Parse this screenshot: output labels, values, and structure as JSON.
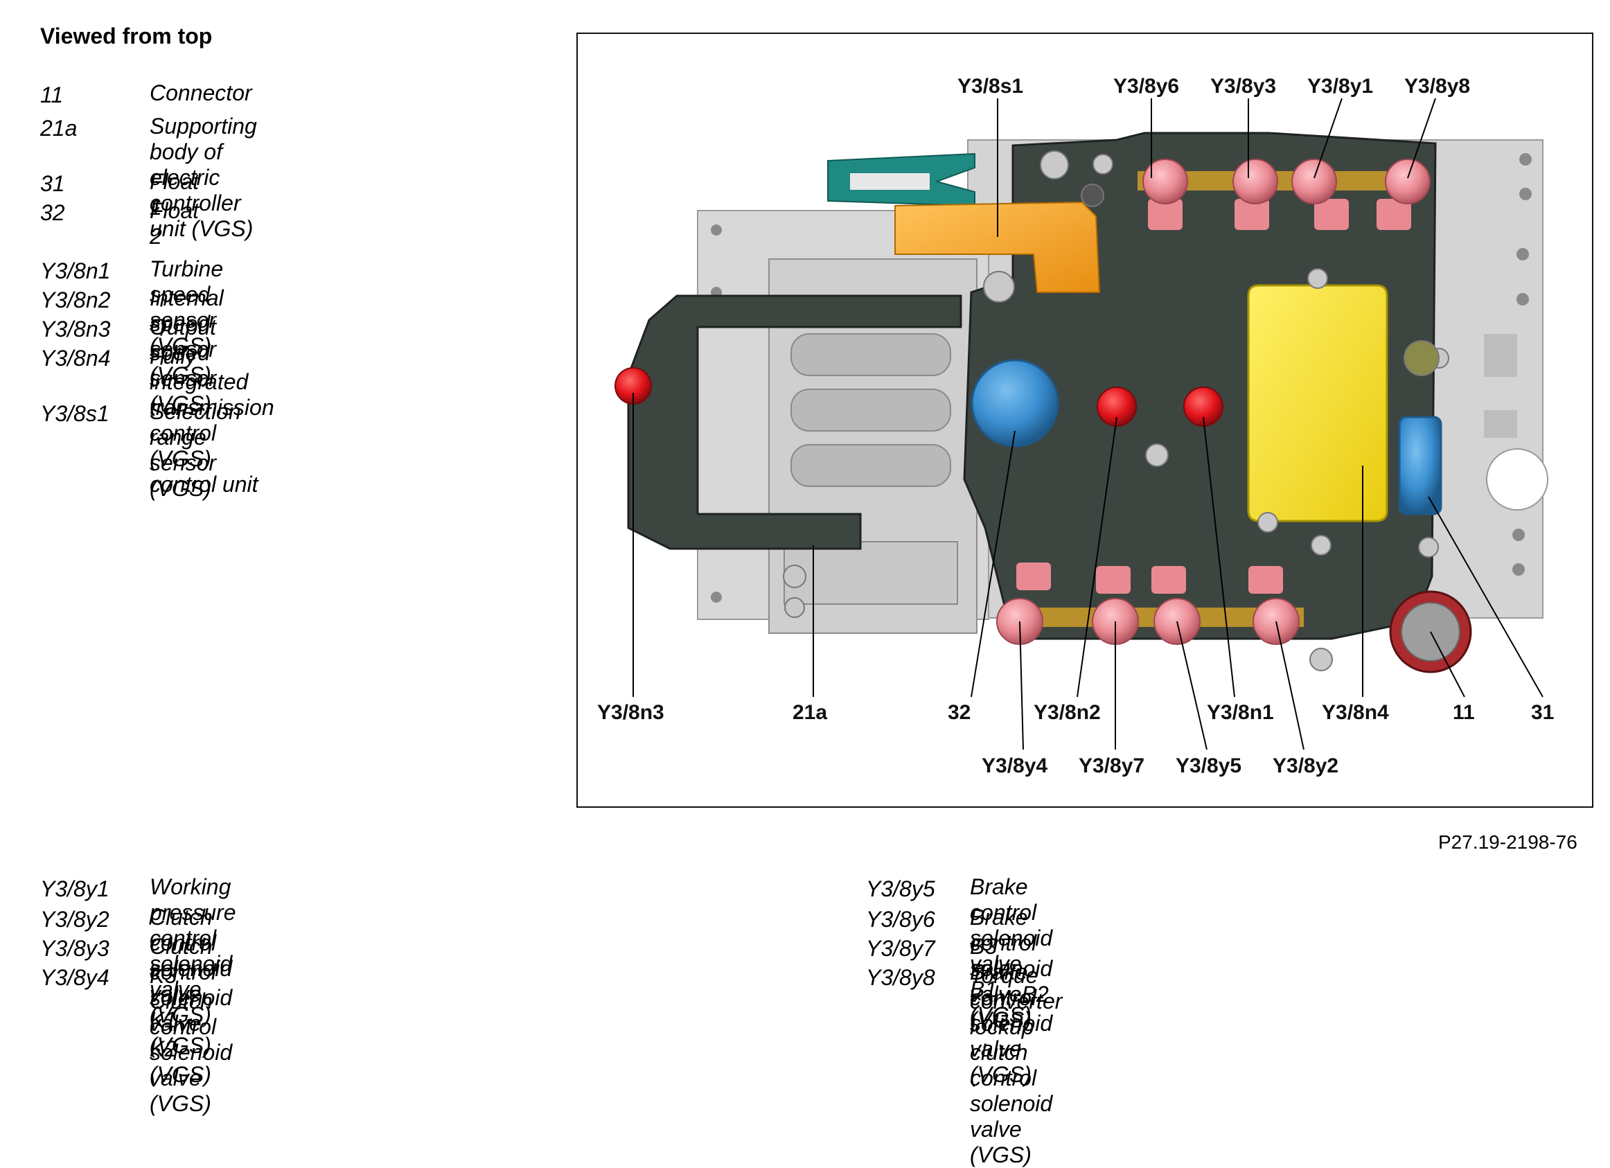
{
  "heading": "Viewed from top",
  "legend_top": [
    {
      "code": "11",
      "desc": "Connector"
    },
    {
      "code": "21a",
      "desc": "Supporting body of electric\ncontroller unit (VGS)"
    },
    {
      "code": "31",
      "desc": "Float 1"
    },
    {
      "code": "32",
      "desc": "Float 2"
    },
    {
      "code": "Y3/8n1",
      "desc": "Turbine speed sensor (VGS)"
    },
    {
      "code": "Y3/8n2",
      "desc": "Internal speed sensor (VGS)"
    },
    {
      "code": "Y3/8n3",
      "desc": "Output speed sensor (VGS)"
    },
    {
      "code": "Y3/8n4",
      "desc": "Fully integrated transmission\ncontrol (VGS) control unit"
    },
    {
      "code": "Y3/8s1",
      "desc": "Selection range sensor (VGS)"
    }
  ],
  "legend_bottom_left": [
    {
      "code": "Y3/8y1",
      "desc": "Working pressure control solenoid valve (VGS)"
    },
    {
      "code": "Y3/8y2",
      "desc": "Clutch control solenoid valve K1 (VGS)"
    },
    {
      "code": "Y3/8y3",
      "desc": "Clutch control solenoid valve K2 (VGS)"
    },
    {
      "code": "Y3/8y4",
      "desc": "K3 Clutch control solenoid valve (VGS)"
    }
  ],
  "legend_bottom_right": [
    {
      "code": "Y3/8y5",
      "desc": "Brake control solenoid valve B1 (VGS)"
    },
    {
      "code": "Y3/8y6",
      "desc": "Brake control solenoid valveB2 (VGS)"
    },
    {
      "code": "Y3/8y7",
      "desc": "B3 Brake control solenoid valve (VGS)"
    },
    {
      "code": "Y3/8y8",
      "desc": "Torque converter lockup clutch control solenoid valve\n(VGS)"
    }
  ],
  "callouts": {
    "s1": "Y3/8s1",
    "y6": "Y3/8y6",
    "y3": "Y3/8y3",
    "y1": "Y3/8y1",
    "y8": "Y3/8y8",
    "n3": "Y3/8n3",
    "c21a": "21a",
    "c32": "32",
    "n2": "Y3/8n2",
    "n1": "Y3/8n1",
    "n4": "Y3/8n4",
    "c11": "11",
    "c31": "31",
    "y4": "Y3/8y4",
    "y7": "Y3/8y7",
    "y5": "Y3/8y5",
    "y2": "Y3/8y2"
  },
  "figure_ref": "P27.19-2198-76",
  "colors": {
    "body": "#3d4540",
    "plate": "#d4d4d4",
    "solenoid": "#e98a93",
    "sensor_red": "#e3141b",
    "sensor_blue": "#3a8fd0",
    "control_unit": "#f5df22",
    "selector": "#f0a020",
    "teal": "#1f8a82",
    "copper": "#b8902c"
  }
}
